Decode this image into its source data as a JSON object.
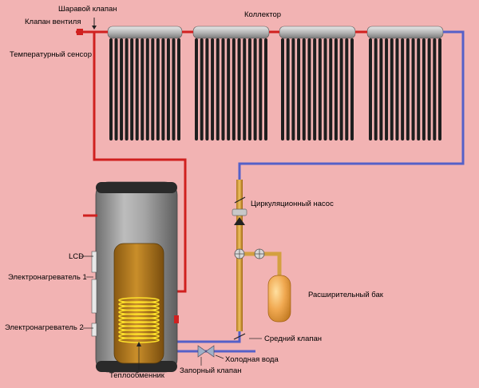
{
  "labels": {
    "ball_valve": "Шаравой клапан",
    "valve": "Клапан вентиля",
    "collector": "Коллектор",
    "temp_sensor": "Температурный сенсор",
    "lcd": "LCD",
    "heater1": "Электронагреватель 1",
    "heater2": "Электронагреватель 2",
    "heat_exchanger": "Теплообменник",
    "shutoff_valve": "Запорный клапан",
    "cold_water": "Холодная вода",
    "middle_valve": "Средний клапан",
    "expansion_tank": "Расширительный бак",
    "circ_pump": "Циркуляционный насос"
  },
  "colors": {
    "background": "#f2b3b3",
    "hot_pipe": "#d0201f",
    "cold_pipe": "#5560c8",
    "copper_pipe": "#d4a040",
    "tank_body": "#9a9a9a",
    "expansion_tank": "#f0a850"
  }
}
